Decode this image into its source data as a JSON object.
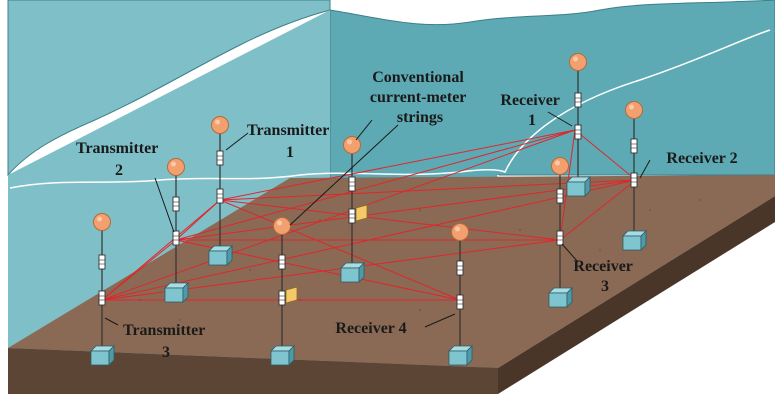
{
  "labels": {
    "conventional_l1": "Conventional",
    "conventional_l2": "current-meter",
    "conventional_l3": "strings",
    "transmitter1_l1": "Transmitter",
    "transmitter1_l2": "1",
    "transmitter2_l1": "Transmitter",
    "transmitter2_l2": "2",
    "transmitter3_l1": "Transmitter",
    "transmitter3_l2": "3",
    "receiver1_l1": "Receiver",
    "receiver1_l2": "1",
    "receiver2": "Receiver 2",
    "receiver3_l1": "Receiver",
    "receiver3_l2": "3",
    "receiver4": "Receiver 4"
  },
  "colors": {
    "water_left": "#7fbfc8",
    "water_back": "#5eaab4",
    "seabed_top": "#8a6a55",
    "seabed_side": "#5d4535",
    "acoustic_paths": "#e0262b",
    "float": "#f2a070",
    "anchor": "#7ec5d0",
    "current_meter": "#f5c96a"
  },
  "icons": {
    "mooring": "mooring-float-icon",
    "anchor": "anchor-block-icon"
  }
}
